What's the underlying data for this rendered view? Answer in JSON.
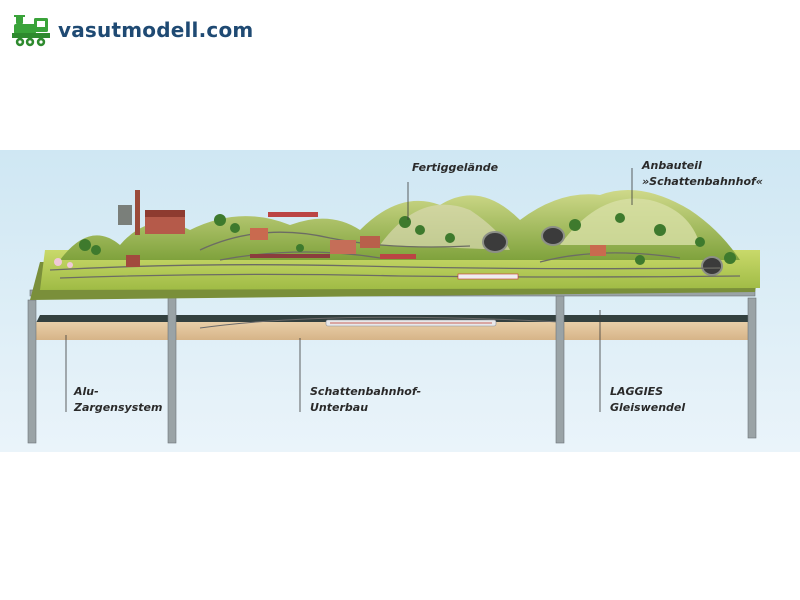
{
  "header": {
    "logo_text": "vasutmodell.com",
    "logo_icon": "steam-locomotive-icon",
    "logo_color": "#1f4a73",
    "icon_color": "#3aa33a"
  },
  "illustration": {
    "background": "#cfe7f3",
    "labels": {
      "terrain": [
        "Fertiggelände"
      ],
      "annex": [
        "Anbauteil",
        "»Schattenbahnhof«"
      ],
      "frame": [
        "Alu-",
        "Zargensystem"
      ],
      "staging": [
        "Schattenbahnhof-",
        "Unterbau"
      ],
      "helix": [
        "LAGGIES",
        "Gleiswendel"
      ]
    }
  }
}
